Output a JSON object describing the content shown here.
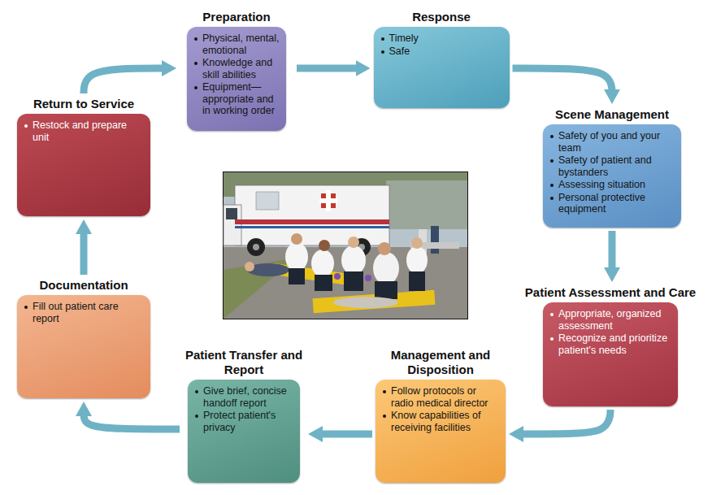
{
  "diagram": {
    "nodes": [
      {
        "text": [
          "Preparation",
          "Physical, mental, emotional",
          "Knowledge and skill abilities",
          "Equipment— appropriate and in working order"
        ]
      },
      {
        "text": [
          "Response",
          "Timely",
          "Safe"
        ]
      },
      {
        "text": [
          "Scene Management",
          "Safety of you and your team",
          "Safety of patient and bystanders",
          "Assessing situation",
          "Personal protective equipment"
        ]
      },
      {
        "text": [
          "Patient Assessment and Care",
          "Appropriate, organized assessment",
          "Recognize and prioritize patient's needs"
        ]
      },
      {
        "text": [
          "Management and Disposition",
          "Follow protocols or radio medical director",
          "Know capabilities of receiving facilities"
        ]
      },
      {
        "text": [
          "Patient Transfer and Report",
          "Give brief, concise handoff report",
          "Protect patient's privacy"
        ]
      },
      {
        "text": [
          "Documentation",
          "Fill out patient care report"
        ]
      },
      {
        "text": [
          "Return to Service",
          "Restock and prepare unit"
        ]
      }
    ],
    "edges": [
      {
        "from": 0,
        "to": 1,
        "arrow": "to"
      },
      {
        "from": 1,
        "to": 2,
        "arrow": "to"
      },
      {
        "from": 2,
        "to": 3,
        "arrow": "to"
      },
      {
        "from": 3,
        "to": 4,
        "arrow": "to"
      },
      {
        "from": 4,
        "to": 5,
        "arrow": "to"
      },
      {
        "from": 5,
        "to": 6,
        "arrow": "to"
      },
      {
        "from": 6,
        "to": 7,
        "arrow": "to"
      },
      {
        "from": 7,
        "to": 0,
        "arrow": "to"
      }
    ]
  }
}
